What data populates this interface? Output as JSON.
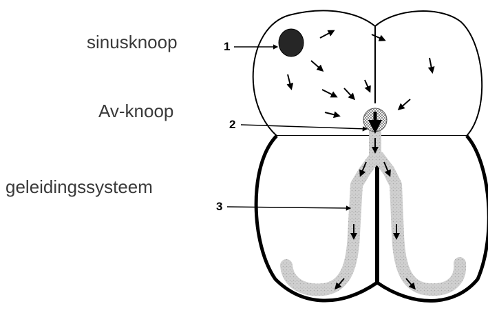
{
  "labels": {
    "sinusknoop": "sinusknoop",
    "av_knoop": "Av-knoop",
    "geleidingssysteem": "geleidingssysteem"
  },
  "markers": [
    "1",
    "2",
    "3"
  ],
  "colors": {
    "outline": "#000000",
    "node_fill": "#222222",
    "conduction": "#c8c8c8",
    "label_text": "#3a3a3a"
  }
}
